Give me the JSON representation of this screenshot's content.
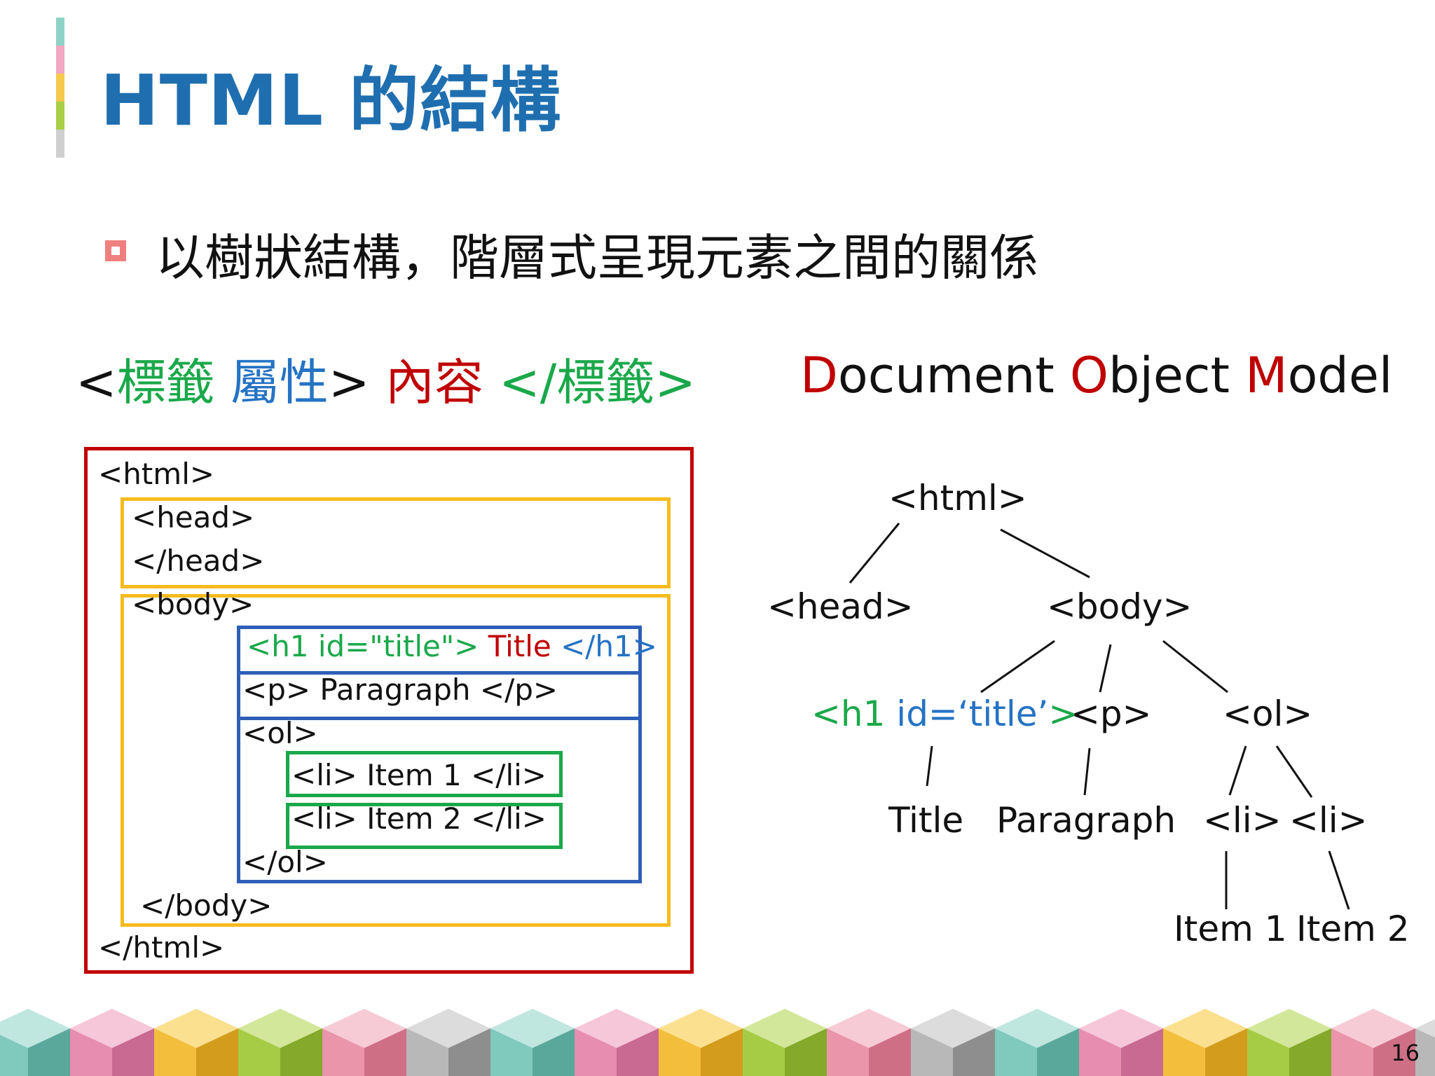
{
  "slide": {
    "title": "HTML 的結構",
    "bullet": "以樹狀結構，階層式呈現元素之間的關係",
    "page_number": "16",
    "accent_colors": [
      "#8fd3c8",
      "#f2a7c3",
      "#f6c94c",
      "#a8cf45",
      "#cfcfcf"
    ]
  },
  "syntax_line": {
    "open_lt": "<",
    "tag": "標籤",
    "attr": "屬性",
    "open_gt": ">",
    "content": "內容",
    "close": "</標籤>"
  },
  "dom_title": {
    "d": "D",
    "ocument": "ocument ",
    "o": "O",
    "bject": "bject ",
    "m": "M",
    "odel": "odel"
  },
  "code": {
    "html_open": "<html>",
    "head_open": "<head>",
    "head_close": "</head>",
    "body_open": "<body>",
    "h1_open": "<h1 id=\"title\">",
    "h1_text": "Title",
    "h1_close": "</h1>",
    "p_line": "<p> Paragraph </p>",
    "ol_open": "<ol>",
    "li1": "<li> Item 1 </li>",
    "li2": "<li> Item 2 </li>",
    "ol_close": "</ol>",
    "body_close": "</body>",
    "html_close": "</html>"
  },
  "tree": {
    "html": "<html>",
    "head": "<head>",
    "body": "<body>",
    "h1_prefix": "<h1 ",
    "h1_attr": "id=‘title’",
    "h1_suffix": ">",
    "p": "<p>",
    "ol": "<ol>",
    "title": "Title",
    "paragraph": "Paragraph",
    "li1": "<li>",
    "li2": "<li>",
    "item1": "Item 1",
    "item2": "Item 2"
  }
}
